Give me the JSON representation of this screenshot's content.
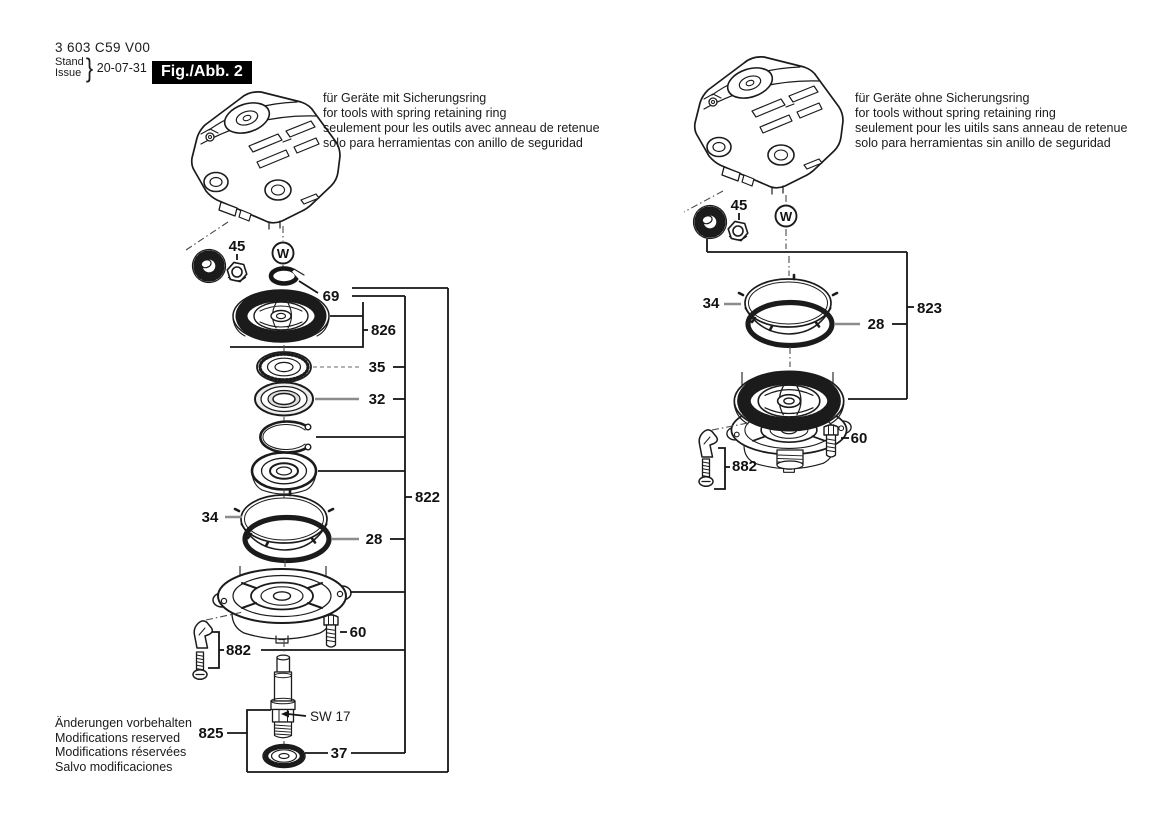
{
  "header": {
    "part_number": "3 603 C59 V00",
    "stand_label": "Stand",
    "issue_label": "Issue",
    "brace": "}",
    "date": "20-07-31",
    "figure_label": "Fig./Abb. 2"
  },
  "left_diagram": {
    "note_lines": [
      "für Geräte mit Sicherungsring",
      "for tools with spring retaining ring",
      "seulement pour les outils avec anneau de retenue",
      "solo para herramientas con anillo de seguridad"
    ],
    "labels": {
      "n45": "45",
      "w": "W",
      "n69": "69",
      "n826": "826",
      "n35": "35",
      "n32": "32",
      "n822": "822",
      "n34": "34",
      "n28": "28",
      "n60": "60",
      "n882": "882",
      "n825": "825",
      "sw17": "SW 17",
      "n37": "37"
    }
  },
  "right_diagram": {
    "note_lines": [
      "für Geräte ohne Sicherungsring",
      "for tools without spring retaining ring",
      "seulement pour les uitils sans anneau de retenue",
      "solo para herramientas sin anillo de seguridad"
    ],
    "labels": {
      "n45": "45",
      "w": "W",
      "n34": "34",
      "n28": "28",
      "n823": "823",
      "n60": "60",
      "n882": "882"
    }
  },
  "footer": {
    "lines": [
      "Änderungen vorbehalten",
      "Modifications reserved",
      "Modifications réservées",
      "Salvo modificaciones"
    ]
  },
  "colors": {
    "ink": "#1b1b1b",
    "leader_gray": "#8c8c8c",
    "figure_box_bg": "#000000",
    "figure_box_text": "#ffffff",
    "background": "#ffffff"
  }
}
